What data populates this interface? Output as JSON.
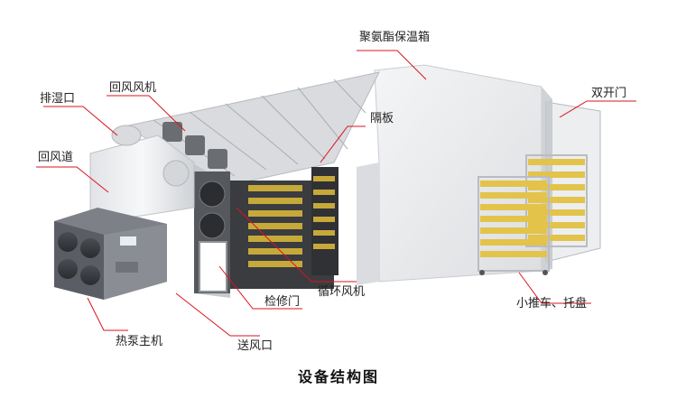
{
  "labels": {
    "insulation_box": "聚氨酯保温箱",
    "return_fan": "回风风机",
    "dehumid_port": "排湿口",
    "double_door": "双开门",
    "baffle": "隔板",
    "return_duct": "回风道",
    "circulation_fan": "循环风机",
    "inspection_door": "检修门",
    "trolley_tray": "小推车、托盘",
    "heat_pump": "热泵主机",
    "air_supply": "送风口"
  },
  "caption": "设备结构图",
  "colors": {
    "leader_line": "#d9141f",
    "box_body": "#e9eaec",
    "box_shadow": "#cfd2d6",
    "heat_pump": "#6d7177",
    "tray": "#e3c34a",
    "rack": "#b9bcc0"
  }
}
